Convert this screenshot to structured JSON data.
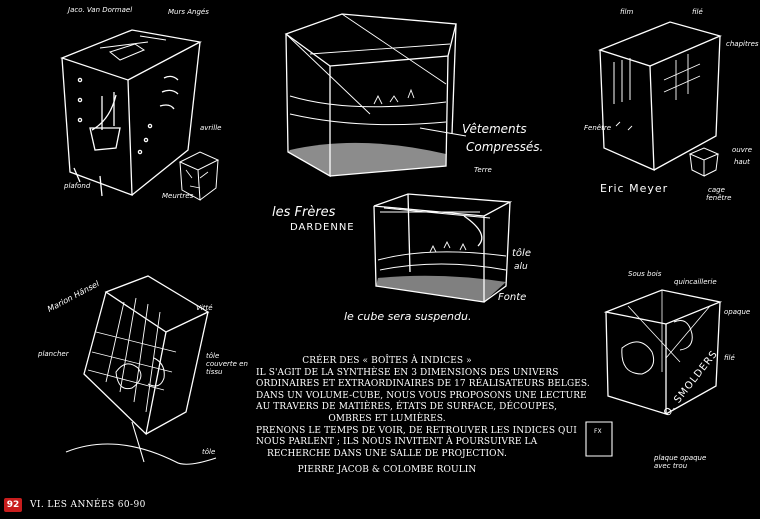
{
  "center_text": {
    "lines": [
      "CRÉER DES « BOÎTES À INDICES »",
      "IL S'AGIT DE LA SYNTHÈSE EN 3 DIMENSIONS DES UNIVERS",
      "ORDINAIRES ET EXTRAORDINAIRES DE 17 RÉALISATEURS BELGES.",
      "DANS UN VOLUME-CUBE, NOUS VOUS PROPOSONS UNE LECTURE",
      "AU TRAVERS DE MATIÈRES, ÉTATS DE SURFACE, DÉCOUPES,",
      "OMBRES ET LUMIÈRES.",
      "PRENONS LE TEMPS DE VOIR, DE RETROUVER LES INDICES QUI",
      "NOUS PARLENT ; ILS NOUS INVITENT À POURSUIVRE LA",
      "RECHERCHE DANS UNE SALLE DE PROJECTION."
    ],
    "authors": "PIERRE JACOB & COLOMBE ROULIN"
  },
  "footer": {
    "page_number": "92",
    "section_title": "VI. LES ANNÉES 60-90",
    "accent_color": "#c81d1d"
  },
  "sketches": {
    "top_left": {
      "name": "Jaco Van Dormael",
      "labels": [
        "Jaco. Van Dormael",
        "Murs Angés",
        "avrille",
        "plafond",
        "Meurtres"
      ]
    },
    "top_center": {
      "labels": [
        "Vêtements",
        "Compressés.",
        "Terre"
      ]
    },
    "dardenne": {
      "title_line1": "les Frères",
      "title_line2": "DARDENNE",
      "labels": [
        "tôle",
        "alu",
        "Fonte",
        "le cube sera suspendu."
      ]
    },
    "top_right": {
      "name": "Eric Meyer",
      "labels": [
        "film",
        "filé",
        "chapitres",
        "Fenêtre",
        "ouvre",
        "haut",
        "cage",
        "fenêtre"
      ]
    },
    "bottom_left": {
      "name": "Marion Hänsel",
      "labels": [
        "Marion Hänsel",
        "Vitté",
        "plancher",
        "tôle couverte en tissu",
        "tôle"
      ]
    },
    "bottom_right": {
      "name": "O. Smolders",
      "labels": [
        "Sous bois",
        "quincaillerie",
        "opaque",
        "filé",
        "plaque opaque avec trou",
        "O. SMOLDERS",
        "FX"
      ]
    }
  }
}
